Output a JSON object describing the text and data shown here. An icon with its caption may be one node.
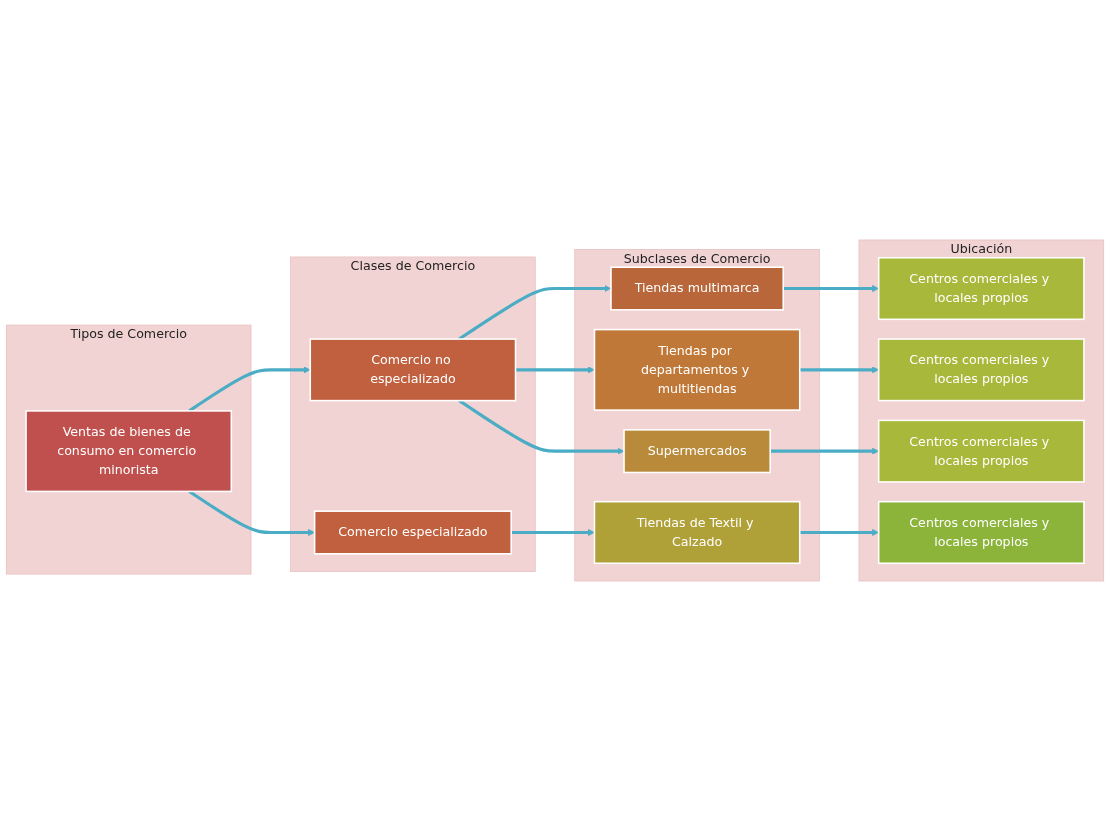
{
  "diagram": {
    "nodes": [
      {
        "text": [
          "Tipos de Comercio"
        ]
      },
      {
        "text": [
          "Ventas de bienes de consumo en comercio minorista"
        ],
        "in": 0
      },
      {
        "text": [
          "Clases de Comercio"
        ]
      },
      {
        "text": [
          "Comercio no especializado"
        ],
        "in": 2
      },
      {
        "text": [
          "Comercio especializado"
        ],
        "in": 2
      },
      {
        "text": [
          "Subclases de Comercio"
        ]
      },
      {
        "text": [
          "Tiendas multimarca"
        ],
        "in": 5
      },
      {
        "text": [
          "Tiendas por departamentos y multitiendas"
        ],
        "in": 5
      },
      {
        "text": [
          "Supermercados"
        ],
        "in": 5
      },
      {
        "text": [
          "Tiendas de Textil y Calzado"
        ],
        "in": 5
      },
      {
        "text": [
          "Ubicación"
        ]
      },
      {
        "text": [
          "Centros comerciales y locales propios"
        ],
        "in": 10
      },
      {
        "text": [
          "Centros comerciales y locales propios"
        ],
        "in": 10
      },
      {
        "text": [
          "Centros comerciales y locales propios"
        ],
        "in": 10
      },
      {
        "text": [
          "Centros comerciales y locales propios"
        ],
        "in": 10
      }
    ],
    "edges": [
      {
        "from": 1,
        "to": 3,
        "arrow": "to"
      },
      {
        "from": 1,
        "to": 4,
        "arrow": "to"
      },
      {
        "from": 3,
        "to": 6,
        "arrow": "to"
      },
      {
        "from": 3,
        "to": 7,
        "arrow": "to"
      },
      {
        "from": 3,
        "to": 8,
        "arrow": "to"
      },
      {
        "from": 4,
        "to": 9,
        "arrow": "to"
      },
      {
        "from": 6,
        "to": 11,
        "arrow": "to"
      },
      {
        "from": 7,
        "to": 12,
        "arrow": "to"
      },
      {
        "from": 8,
        "to": 13,
        "arrow": "to"
      },
      {
        "from": 9,
        "to": 14,
        "arrow": "to"
      }
    ]
  }
}
